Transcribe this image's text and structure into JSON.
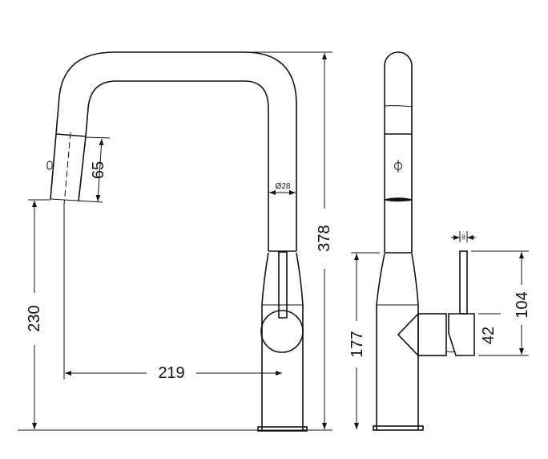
{
  "drawing": {
    "side_view": {
      "dimensions": {
        "overall_height": "378",
        "spout_height": "230",
        "spout_reach": "219",
        "spray_head_length": "65",
        "spout_diameter": "Ø28"
      }
    },
    "front_view": {
      "dimensions": {
        "body_height": "177",
        "lever_height": "104",
        "handle_height": "42",
        "lever_width": "8"
      }
    },
    "line_color": "#111111",
    "background": "#ffffff"
  }
}
